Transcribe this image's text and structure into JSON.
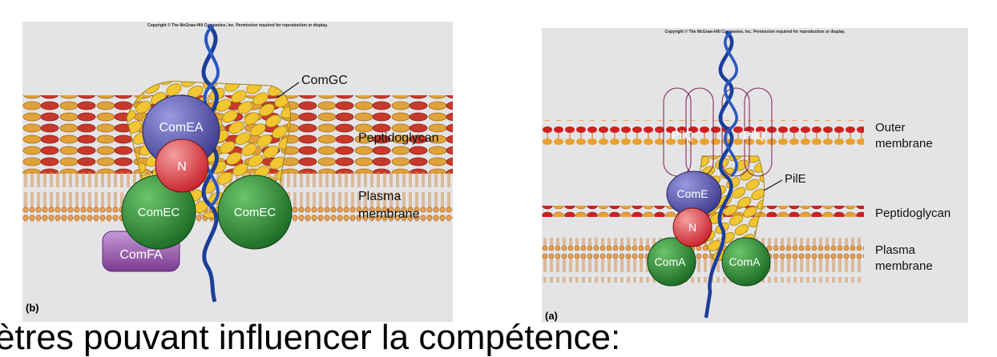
{
  "panel_b": {
    "copyright": "Copyright © The McGraw-Hill Companies, Inc. Permission required for reproduction or display.",
    "letter": "(b)",
    "labels": {
      "comgc": "ComGC",
      "peptidoglycan": "Peptidoglycan",
      "plasma_line1": "Plasma",
      "plasma_line2": "membrane"
    },
    "proteins": {
      "comea": "ComEA",
      "n": "N",
      "comec_left": "ComEC",
      "comec_right": "ComEC",
      "comfa": "ComFA"
    }
  },
  "panel_a": {
    "copyright": "Copyright © The McGraw-Hill Companies, Inc. Permission required for reproduction or display.",
    "letter": "(a)",
    "labels": {
      "outer_line1": "Outer",
      "outer_line2": "membrane",
      "pile": "PilE",
      "peptidoglycan": "Peptidoglycan",
      "plasma_line1": "Plasma",
      "plasma_line2": "membrane"
    },
    "proteins": {
      "pilq_left": "PilQ",
      "pilq_right": "PilQ",
      "come": "ComE",
      "n": "N",
      "coma_left": "ComA",
      "coma_right": "ComA"
    }
  },
  "bottom_text": "ètres pouvant influencer la compétence:"
}
